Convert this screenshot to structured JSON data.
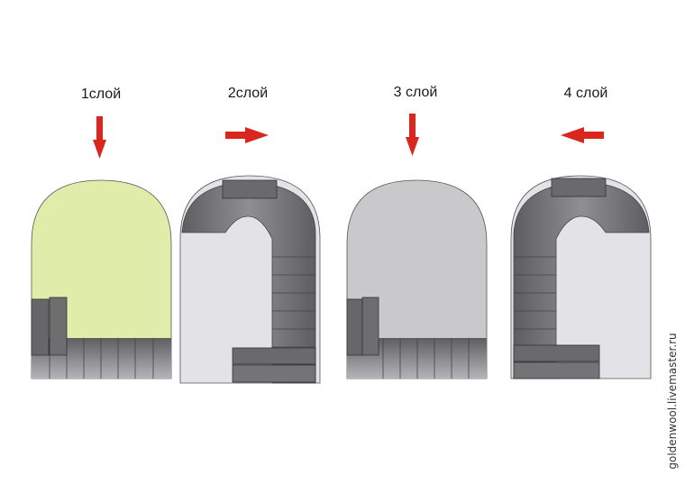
{
  "layers": [
    {
      "label": "1слой",
      "direction": "down",
      "fill": "#e0ecaa"
    },
    {
      "label": "2слой",
      "direction": "right",
      "fill": "#e3e3e7"
    },
    {
      "label": "3 слой",
      "direction": "down",
      "fill": "#c9c9cc"
    },
    {
      "label": "4 слой",
      "direction": "left",
      "fill": "#e3e3e7"
    }
  ],
  "watermark": "goldenwool.livemaster.ru",
  "colors": {
    "arrow": "#d9271f",
    "wool": "#6f6f72",
    "wool_light": "#9a9a9e"
  }
}
